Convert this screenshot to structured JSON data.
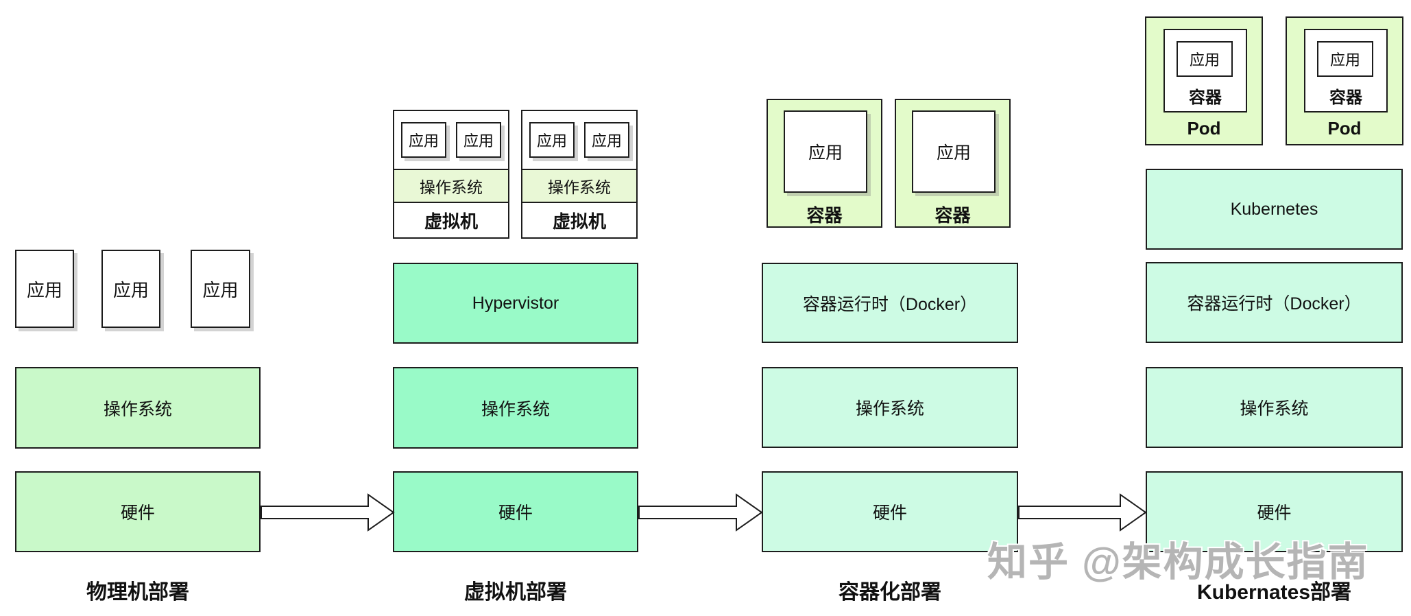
{
  "watermark": "知乎 @架构成长指南",
  "colors": {
    "physical": "#c9f9c9",
    "vm": "#99fac8",
    "mint": "#cdfbe4",
    "pod": "#e3fbca",
    "vmos": "#e9f8d6"
  },
  "columns": [
    {
      "title": "物理机部署",
      "apps": [
        "应用",
        "应用",
        "应用"
      ],
      "stack": [
        "操作系统",
        "硬件"
      ]
    },
    {
      "title": "虚拟机部署",
      "vms": [
        {
          "apps": [
            "应用",
            "应用"
          ],
          "os": "操作系统",
          "label": "虚拟机"
        },
        {
          "apps": [
            "应用",
            "应用"
          ],
          "os": "操作系统",
          "label": "虚拟机"
        }
      ],
      "stack": [
        "Hypervistor",
        "操作系统",
        "硬件"
      ]
    },
    {
      "title": "容器化部署",
      "containers": [
        {
          "app": "应用",
          "label": "容器"
        },
        {
          "app": "应用",
          "label": "容器"
        }
      ],
      "stack": [
        "容器运行时（Docker）",
        "操作系统",
        "硬件"
      ]
    },
    {
      "title": "Kubernates部署",
      "pods": [
        {
          "app": "应用",
          "container_label": "容器",
          "label": "Pod"
        },
        {
          "app": "应用",
          "container_label": "容器",
          "label": "Pod"
        }
      ],
      "stack": [
        "Kubernetes",
        "容器运行时（Docker）",
        "操作系统",
        "硬件"
      ]
    }
  ]
}
